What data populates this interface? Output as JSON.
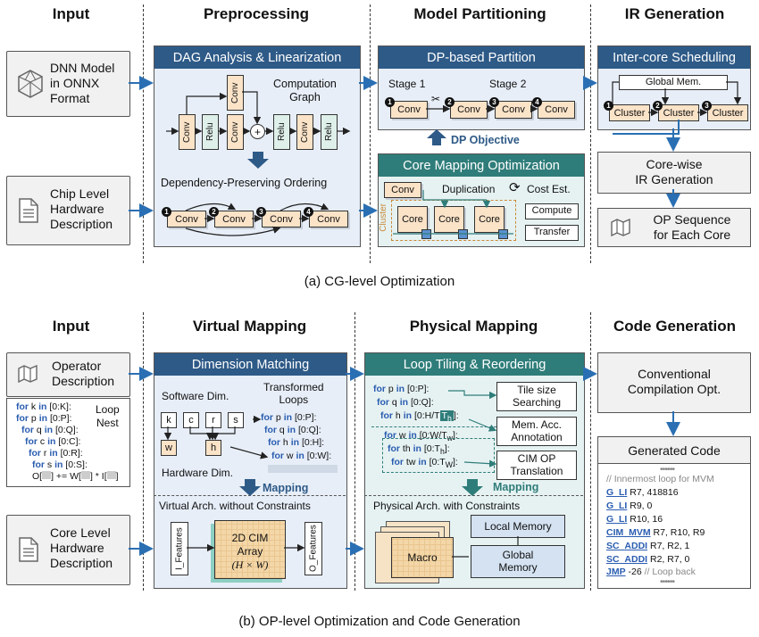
{
  "top": {
    "headers": {
      "input": "Input",
      "pre": "Preprocessing",
      "mp": "Model Partitioning",
      "ir": "IR Generation"
    },
    "inputs": {
      "dnn": [
        "DNN Model",
        "in ONNX",
        "Format"
      ],
      "chip": [
        "Chip Level",
        "Hardware",
        "Description"
      ]
    },
    "dag": {
      "title": "DAG Analysis & Linearization",
      "graph_label": [
        "Computation",
        "Graph"
      ],
      "nodes": [
        "Conv",
        "Relu",
        "Conv",
        "Relu",
        "Conv",
        "Relu"
      ],
      "top_conv": "Conv",
      "plus": "+",
      "ordering_label": "Dependency-Preserving Ordering",
      "ordered": [
        "Conv",
        "Conv",
        "Conv",
        "Conv"
      ],
      "nums": [
        "1",
        "2",
        "3",
        "4"
      ]
    },
    "dp": {
      "title": "DP-based Partition",
      "stage1": "Stage 1",
      "stage2": "Stage 2",
      "convs": [
        "Conv",
        "Conv",
        "Conv",
        "Conv"
      ],
      "objective": "DP Objective"
    },
    "cmo": {
      "title": "Core Mapping Optimization",
      "conv": "Conv",
      "duplication": "Duplication",
      "cost": "Cost Est.",
      "cluster": "Cluster",
      "cores": [
        "Core",
        "Core",
        "Core"
      ],
      "compute": "Compute",
      "transfer": "Transfer"
    },
    "ics": {
      "title": "Inter-core Scheduling",
      "global": "Global Mem.",
      "clusters": [
        "Cluster",
        "Cluster",
        "Cluster"
      ]
    },
    "corewise": [
      "Core-wise",
      "IR Generation"
    ],
    "opseq": [
      "OP Sequence",
      "for Each Core"
    ],
    "caption": "(a) CG-level Optimization"
  },
  "bottom": {
    "headers": {
      "input": "Input",
      "vm": "Virtual Mapping",
      "pm": "Physical Mapping",
      "cg": "Code Generation"
    },
    "inputs": {
      "op": [
        "Operator",
        "Description"
      ],
      "core": [
        "Core Level",
        "Hardware",
        "Description"
      ]
    },
    "loopnest": {
      "label": [
        "Loop",
        "Nest"
      ],
      "lines": [
        {
          "v": "k",
          "r": "[0:K]:"
        },
        {
          "v": "p",
          "r": "[0:P]:"
        },
        {
          "v": "q",
          "r": "[0:Q]:"
        },
        {
          "v": "c",
          "r": "[0:C]:"
        },
        {
          "v": "r",
          "r": "[0:R]:"
        },
        {
          "v": "s",
          "r": "[0:S]:"
        }
      ],
      "for": "for",
      "in": "in",
      "last": [
        "O[",
        "] +=  W[",
        "] * I[",
        "]"
      ]
    },
    "dm": {
      "title": "Dimension Matching",
      "software": "Software Dim.",
      "transformed": [
        "Transformed",
        "Loops"
      ],
      "letters": [
        "k",
        "c",
        "r",
        "s"
      ],
      "w": "w",
      "h": "h",
      "hardware": "Hardware Dim.",
      "loops": [
        {
          "v": "p",
          "r": "[0:P]:"
        },
        {
          "v": "q",
          "r": "[0:Q]:"
        },
        {
          "v": "h",
          "r": "[0:H]:"
        },
        {
          "v": "w",
          "r": "[0:W]:"
        }
      ],
      "mapping": "Mapping",
      "arch": "Virtual Arch. without Constraints",
      "ifeat": "I_Features",
      "ofeat": "O_Features",
      "cim": [
        "2D CIM",
        "Array",
        "(H × W)"
      ]
    },
    "lt": {
      "title": "Loop Tiling & Reordering",
      "loops": [
        {
          "v": "p",
          "r": "[0:P]:"
        },
        {
          "v": "q",
          "r": "[0:Q]:"
        },
        {
          "v": "h",
          "r": "[0:H/T",
          "sub": "h",
          "tail": "]:"
        },
        {
          "v": "w",
          "r": "[0:W/T",
          "sub": "w",
          "tail": "]:"
        },
        {
          "v": "th",
          "r": "[0:T",
          "sub": "h",
          "tail": "]:"
        },
        {
          "v": "tw",
          "r": "[0:T",
          "sub": "W",
          "tail": "]:"
        }
      ],
      "boxes": [
        [
          "Tile size",
          "Searching"
        ],
        [
          "Mem. Acc.",
          "Annotation"
        ],
        [
          "CIM OP",
          "Translation"
        ]
      ],
      "mapping": "Mapping",
      "arch": "Physical Arch. with Constraints",
      "macro": "Macro",
      "local": "Local Memory",
      "global": [
        "Global",
        "Memory"
      ]
    },
    "conv": [
      "Conventional",
      "Compilation Opt."
    ],
    "gen": {
      "title": "Generated Code",
      "dots": "••••••",
      "comment": "// Innermost loop for MVM",
      "lines": [
        {
          "op": "G_LI",
          "args": " R7, 418816"
        },
        {
          "op": "G_LI",
          "args": " R9, 0"
        },
        {
          "op": "G_LI",
          "args": " R10, 16"
        },
        {
          "op": "CIM_MVM",
          "args": " R7, R10, R9"
        },
        {
          "op": "SC_ADDI",
          "args": " R7, R2, 1"
        },
        {
          "op": "SC_ADDI",
          "args": " R2, R7, 0"
        }
      ],
      "jmp": "JMP",
      "jmp_args": " -26 ",
      "jmp_comment": "// Loop back"
    },
    "caption": "(b) OP-level Optimization and Code Generation"
  },
  "colors": {
    "blue_header": "#2e5a87",
    "teal_header": "#2f7d7a",
    "arrow": "#2a6fb3",
    "conv": "#fbe3c8",
    "relu": "#dff0ea"
  }
}
